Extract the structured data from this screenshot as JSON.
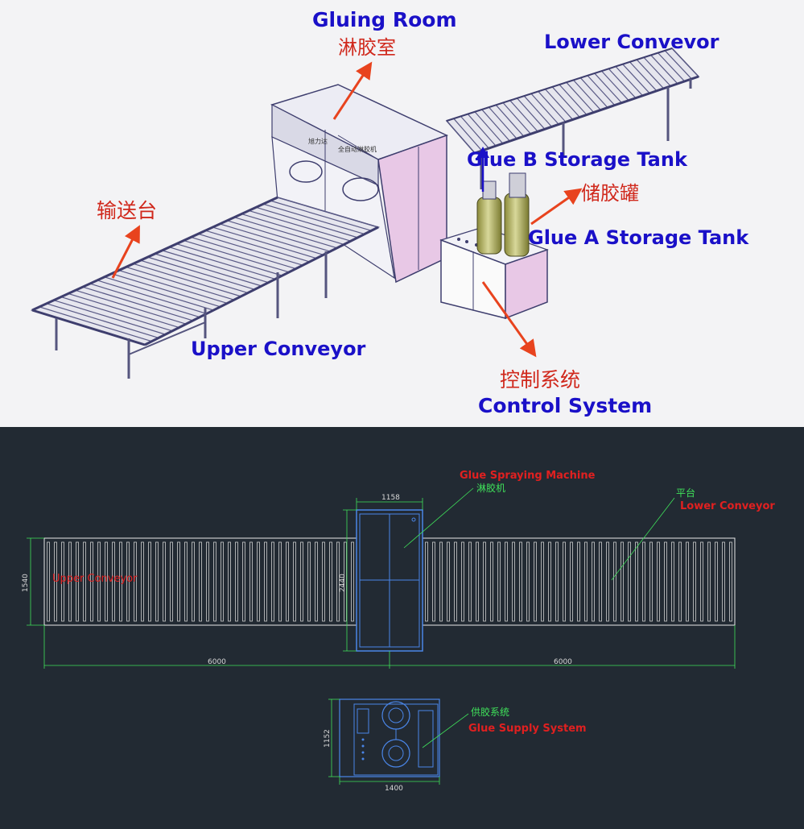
{
  "render3d": {
    "gluing_room_en": "Gluing Room",
    "gluing_room_cn": "淋胶室",
    "lower_conveyor": "Lower Convevor",
    "glue_b_tank": "Glue B Storage Tank",
    "storage_tank_cn": "储胶罐",
    "glue_a_tank": "Glue A Storage Tank",
    "feed_table_cn": "输送台",
    "upper_conveyor": "Upper Conveyor",
    "control_system_cn": "控制系统",
    "control_system_en": "Control System",
    "machine_nameplate_1": "旭力达",
    "machine_nameplate_2": "全自动淋胶机"
  },
  "cad": {
    "glue_spraying_machine_en": "Glue Spraying Machine",
    "glue_spraying_machine_cn": "淋胶机",
    "platform_cn": "平台",
    "lower_conveyor": "Lower Conveyor",
    "upper_conveyor": "Upper Conveyor",
    "glue_supply_cn": "供胶系统",
    "glue_supply_en": "Glue Supply System",
    "dim_machine_width": "1158",
    "dim_machine_height": "2440",
    "dim_conveyor_width": "1540",
    "dim_left_length": "6000",
    "dim_right_length": "6000",
    "dim_supply_height": "1152",
    "dim_supply_width": "1400"
  },
  "colors": {
    "annotation_blue": "#1a10c8",
    "annotation_red": "#d0281c",
    "arrow_red": "#e8431e",
    "cad_background": "#222a33",
    "cad_lines": "#e8e8e8",
    "cad_blue": "#4a86e8",
    "cad_green": "#3fe15a"
  }
}
